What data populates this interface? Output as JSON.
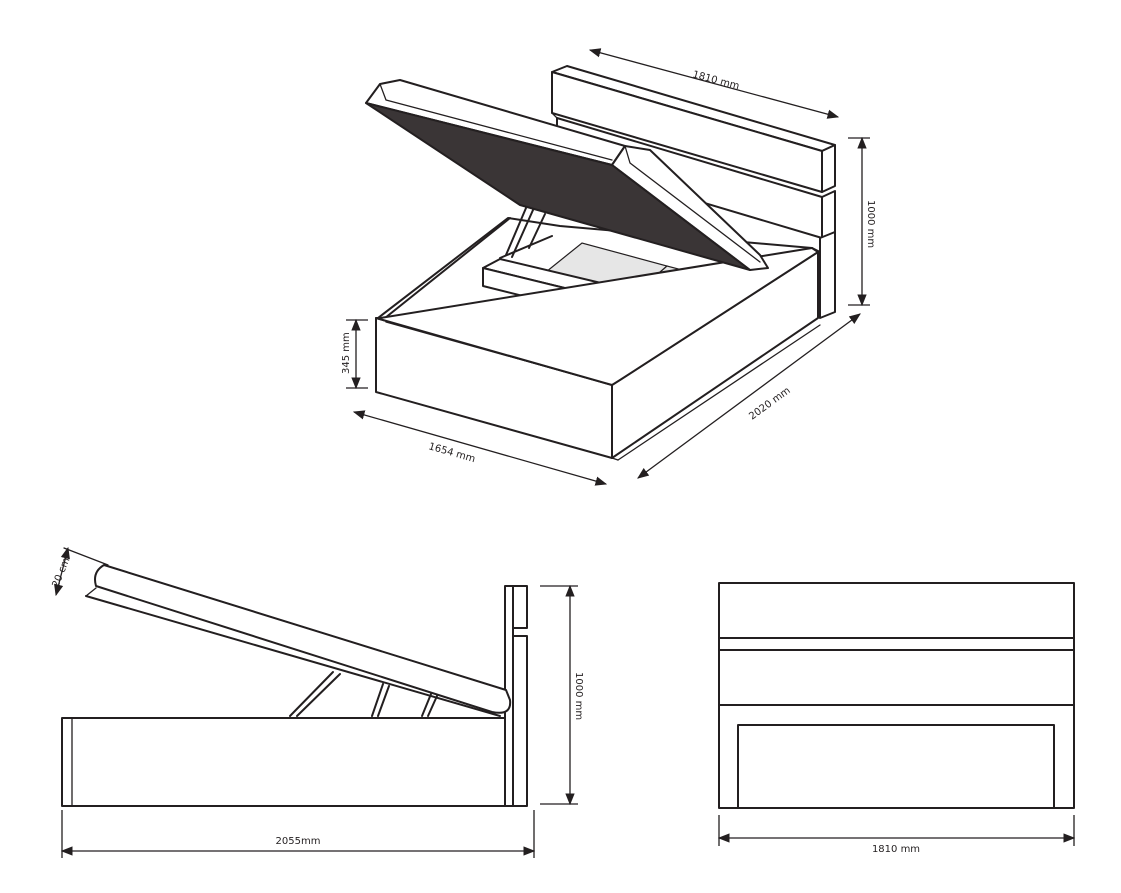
{
  "perspective_view": {
    "dimensions": {
      "headboard_width": "1810  mm",
      "headboard_height": "1000 mm",
      "frame_width": "1654 mm",
      "frame_length": "2020 mm",
      "frame_height": "345 mm"
    }
  },
  "side_view": {
    "dimensions": {
      "lid_thickness": "20 cm",
      "total_height": "1000 mm",
      "total_length": "2055mm"
    }
  },
  "front_view": {
    "dimensions": {
      "total_width": "1810 mm"
    }
  }
}
